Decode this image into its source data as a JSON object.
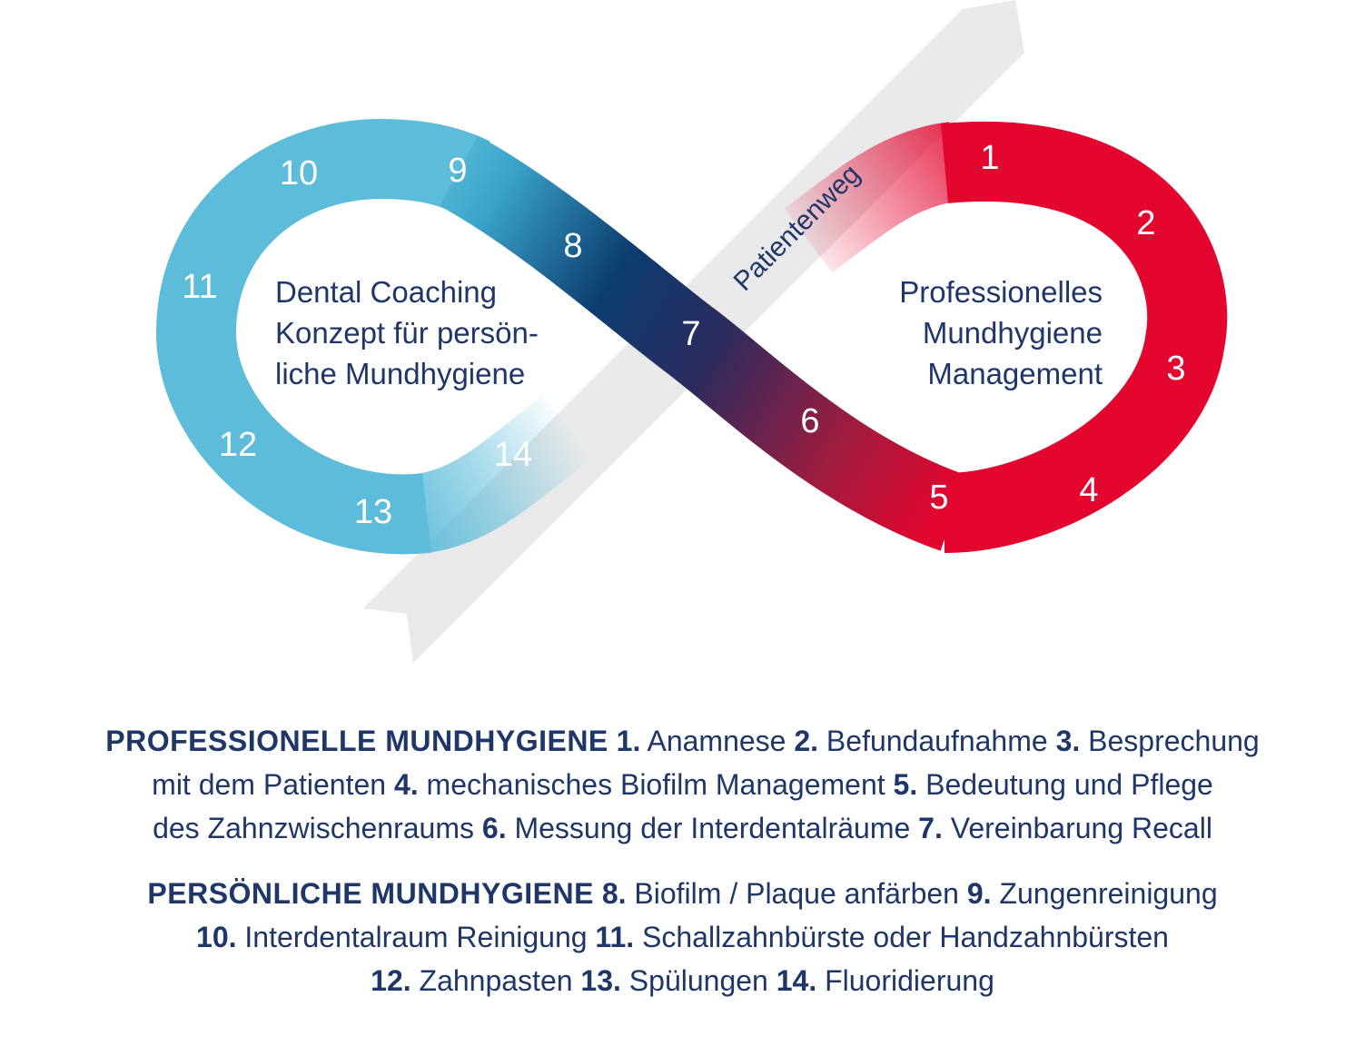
{
  "diagram": {
    "arrow_label": "Patientenweg",
    "left_text": [
      "Dental Coaching",
      "Konzept für persön-",
      "liche Mundhygiene"
    ],
    "right_text": [
      "Professionelles",
      "Mundhygiene",
      "Management"
    ],
    "steps": [
      "1",
      "2",
      "3",
      "4",
      "5",
      "6",
      "7",
      "8",
      "9",
      "10",
      "11",
      "12",
      "13",
      "14"
    ],
    "colors": {
      "red": "#e3062f",
      "blue": "#5dbcd9",
      "navy": "#0c3d70",
      "dark_purple": "#2c2b5e",
      "wine": "#9e1c3f",
      "arrow_gray": "#e9e9e9",
      "text": "#1e3668"
    }
  },
  "legend": {
    "professional": {
      "heading": "PROFESSIONELLE MUNDHYGIENE",
      "items": [
        {
          "n": "1.",
          "t": "Anamnese"
        },
        {
          "n": "2.",
          "t": "Befundaufnahme"
        },
        {
          "n": "3.",
          "t": "Besprechung mit dem Patienten"
        },
        {
          "n": "4.",
          "t": "mechanisches Biofilm Management"
        },
        {
          "n": "5.",
          "t": "Bedeutung und Pflege des Zahnzwischenraums"
        },
        {
          "n": "6.",
          "t": "Messung der Interdentalräume"
        },
        {
          "n": "7.",
          "t": "Vereinbarung Recall"
        }
      ]
    },
    "personal": {
      "heading": "PERSÖNLICHE MUNDHYGIENE",
      "items": [
        {
          "n": "8.",
          "t": "Biofilm / Plaque anfärben"
        },
        {
          "n": "9.",
          "t": "Zungenreinigung"
        },
        {
          "n": "10.",
          "t": "Interdentalraum Reinigung"
        },
        {
          "n": "11.",
          "t": "Schallzahnbürste oder Handzahnbürsten"
        },
        {
          "n": "12.",
          "t": "Zahnpasten"
        },
        {
          "n": "13.",
          "t": "Spülungen"
        },
        {
          "n": "14.",
          "t": "Fluoridierung"
        }
      ]
    }
  }
}
